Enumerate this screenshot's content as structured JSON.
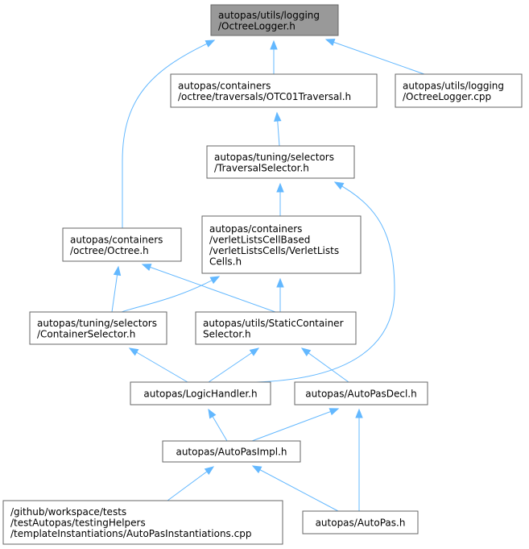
{
  "diagram": {
    "colors": {
      "edge": "#63b8ff",
      "root_fill": "#999999",
      "node_border": "#666666"
    },
    "nodes": {
      "octree_logger_h": {
        "lines": [
          "autopas/utils/logging",
          "/OctreeLogger.h"
        ]
      },
      "otc01_traversal": {
        "lines": [
          "autopas/containers",
          "/octree/traversals/OTC01Traversal.h"
        ]
      },
      "octree_logger_cpp": {
        "lines": [
          "autopas/utils/logging",
          "/OctreeLogger.cpp"
        ]
      },
      "traversal_selector": {
        "lines": [
          "autopas/tuning/selectors",
          "/TraversalSelector.h"
        ]
      },
      "verlet_cells": {
        "lines": [
          "autopas/containers",
          "/verletListsCellBased",
          "/verletListsCells/VerletLists",
          "Cells.h"
        ]
      },
      "octree_h": {
        "lines": [
          "autopas/containers",
          "/octree/Octree.h"
        ]
      },
      "container_selector": {
        "lines": [
          "autopas/tuning/selectors",
          "/ContainerSelector.h"
        ]
      },
      "static_container": {
        "lines": [
          "autopas/utils/StaticContainer",
          "Selector.h"
        ]
      },
      "logic_handler": {
        "lines": [
          "autopas/LogicHandler.h"
        ]
      },
      "autopas_decl": {
        "lines": [
          "autopas/AutoPasDecl.h"
        ]
      },
      "autopas_impl": {
        "lines": [
          "autopas/AutoPasImpl.h"
        ]
      },
      "instantiations": {
        "lines": [
          "/github/workspace/tests",
          "/testAutopas/testingHelpers",
          "/templateInstantiations/AutoPasInstantiations.cpp"
        ]
      },
      "autopas_h": {
        "lines": [
          "autopas/AutoPas.h"
        ]
      }
    },
    "edges": [
      {
        "from": "otc01_traversal",
        "to": "octree_logger_h"
      },
      {
        "from": "octree_logger_cpp",
        "to": "octree_logger_h"
      },
      {
        "from": "octree_h",
        "to": "octree_logger_h"
      },
      {
        "from": "traversal_selector",
        "to": "otc01_traversal"
      },
      {
        "from": "verlet_cells",
        "to": "traversal_selector"
      },
      {
        "from": "logic_handler",
        "to": "traversal_selector"
      },
      {
        "from": "container_selector",
        "to": "octree_h"
      },
      {
        "from": "static_container",
        "to": "octree_h"
      },
      {
        "from": "container_selector",
        "to": "verlet_cells"
      },
      {
        "from": "static_container",
        "to": "verlet_cells"
      },
      {
        "from": "logic_handler",
        "to": "container_selector"
      },
      {
        "from": "logic_handler",
        "to": "static_container"
      },
      {
        "from": "autopas_decl",
        "to": "static_container"
      },
      {
        "from": "autopas_impl",
        "to": "logic_handler"
      },
      {
        "from": "autopas_impl",
        "to": "autopas_decl"
      },
      {
        "from": "autopas_h",
        "to": "autopas_decl"
      },
      {
        "from": "instantiations",
        "to": "autopas_impl"
      },
      {
        "from": "autopas_h",
        "to": "autopas_impl"
      }
    ]
  }
}
